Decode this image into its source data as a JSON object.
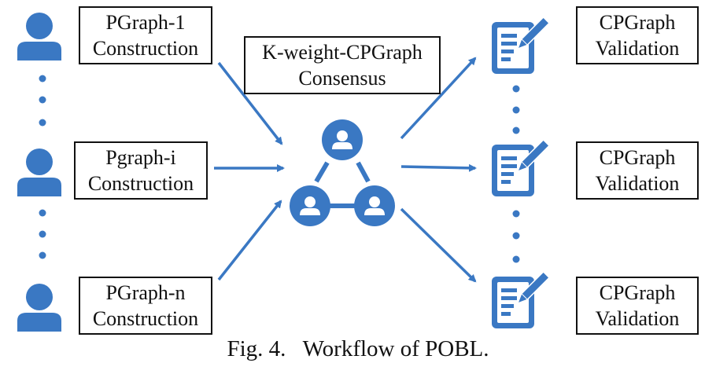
{
  "colors": {
    "accent": "#3a78c3",
    "text": "#111111",
    "border": "#111111"
  },
  "icons": [
    "user-icon",
    "group-consensus-icon",
    "document-edit-icon"
  ],
  "participants": [
    {
      "line1": "PGraph-1",
      "line2": "Construction"
    },
    {
      "line1": "Pgraph-i",
      "line2": "Construction"
    },
    {
      "line1": "PGraph-n",
      "line2": "Construction"
    }
  ],
  "consensus": {
    "line1": "K-weight-CPGraph",
    "line2": "Consensus"
  },
  "validators": [
    {
      "line1": "CPGraph",
      "line2": "Validation"
    },
    {
      "line1": "CPGraph",
      "line2": "Validation"
    },
    {
      "line1": "CPGraph",
      "line2": "Validation"
    }
  ],
  "caption": {
    "label": "Fig. 4.",
    "text": "Workflow of POBL."
  }
}
